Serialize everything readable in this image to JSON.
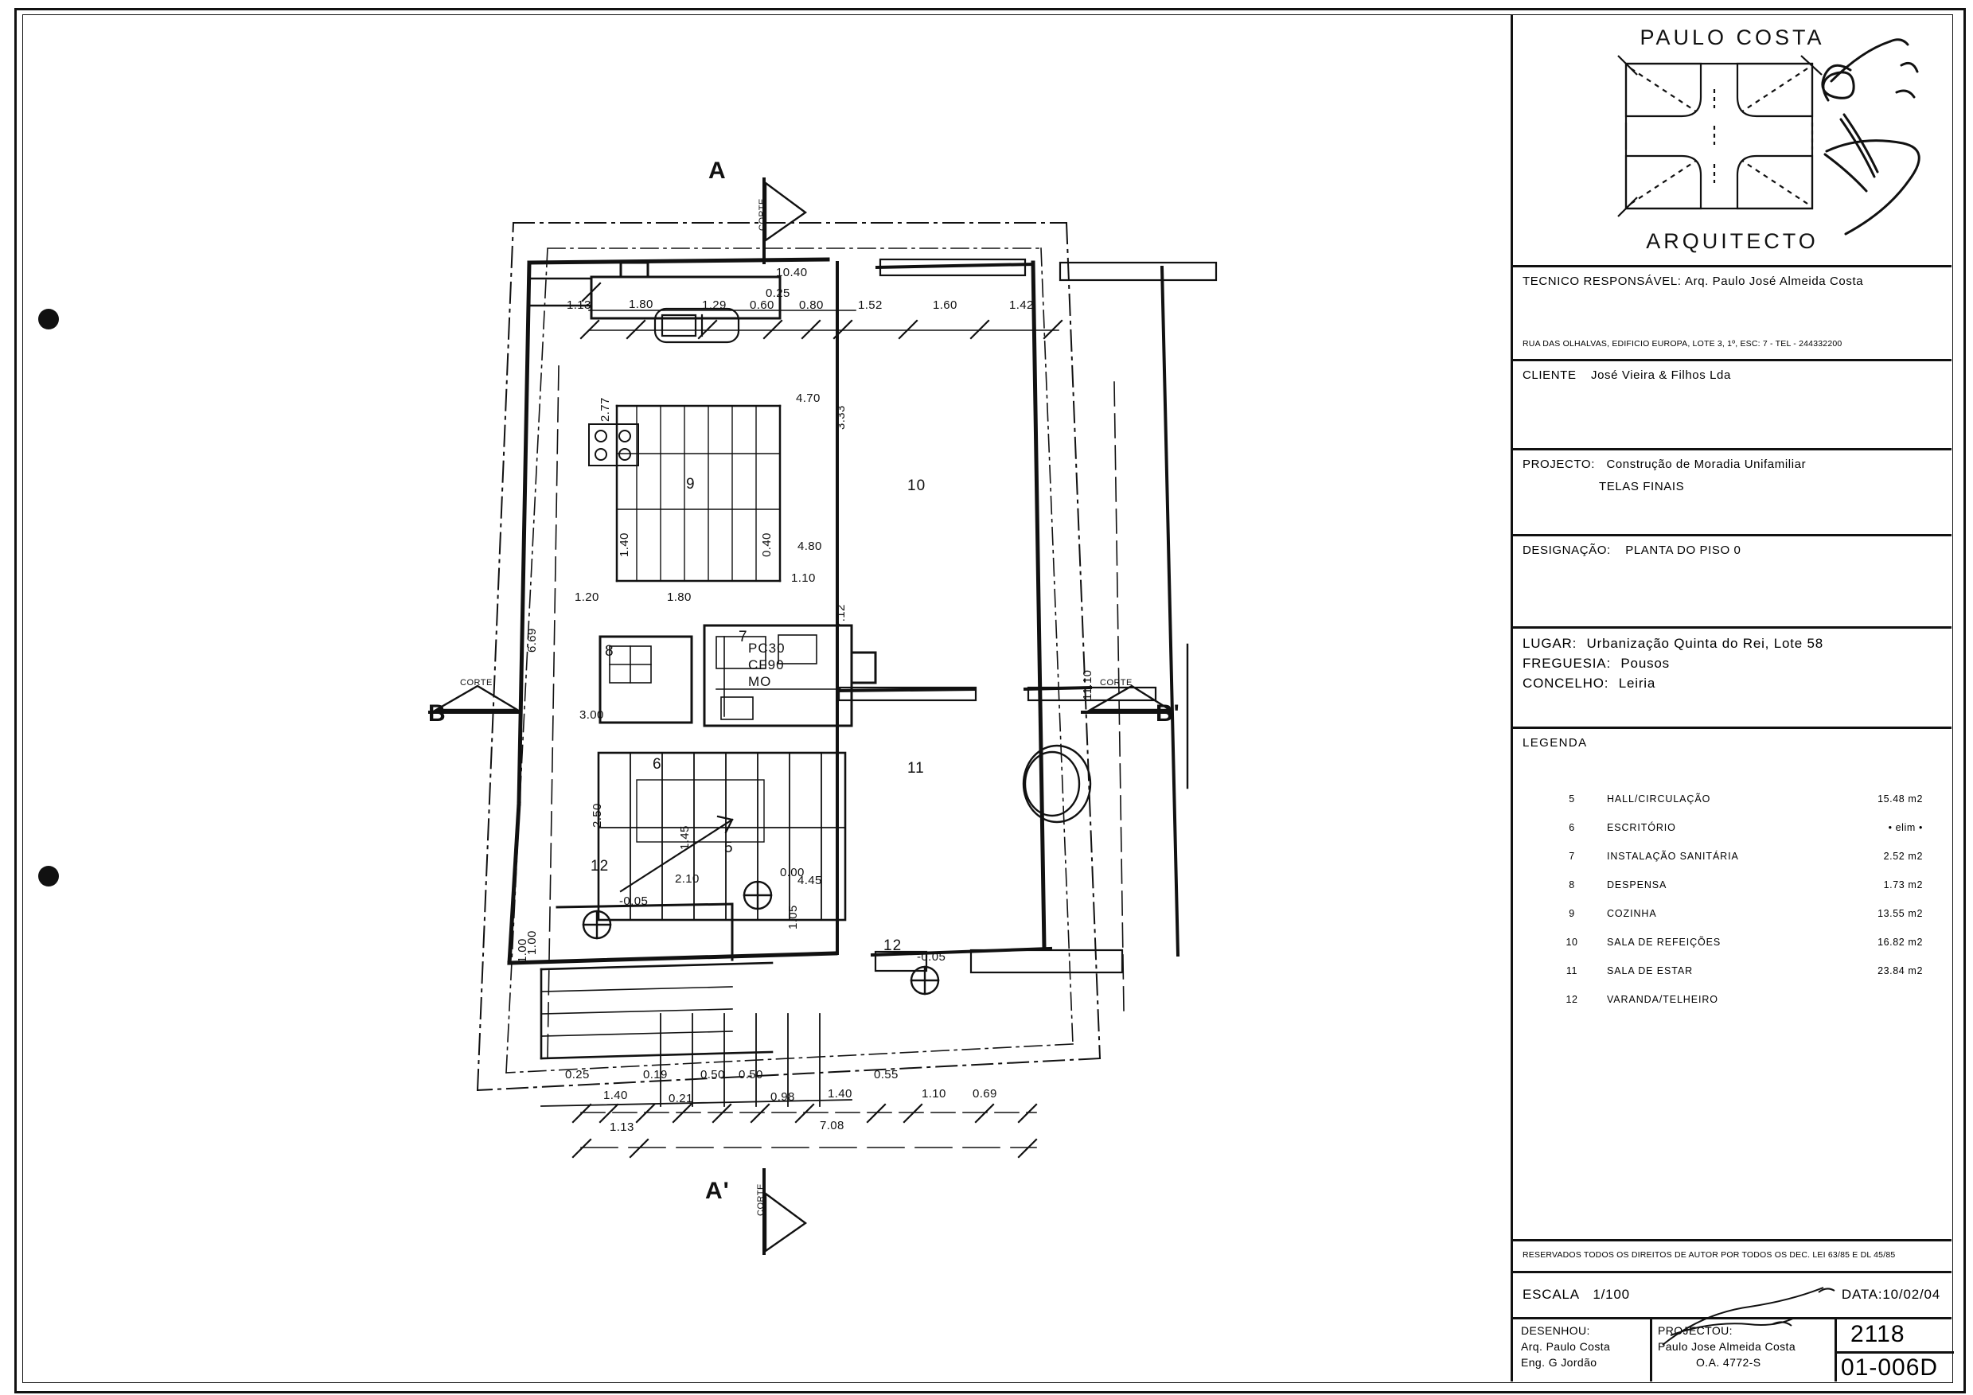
{
  "sheet": {
    "logo": {
      "name_top": "PAULO COSTA",
      "name_bottom": "ARQUITECTO"
    },
    "tecnico": {
      "label": "TECNICO RESPONSÁVEL:",
      "value": "Arq. Paulo José Almeida Costa",
      "address": "RUA DAS OLHALVAS, EDIFICIO EUROPA, LOTE 3, 1º, ESC: 7 - TEL - 244332200"
    },
    "cliente": {
      "label": "CLIENTE",
      "value": "José Vieira & Filhos  Lda"
    },
    "projecto": {
      "label": "PROJECTO:",
      "value": "Construção de Moradia  Unifamiliar",
      "line2": "TELAS FINAIS"
    },
    "designacao": {
      "label": "DESIGNAÇÃO:",
      "value": "PLANTA DO PISO  0"
    },
    "local": {
      "lugar_label": "LUGAR:",
      "lugar_value": "Urbanização Quinta do Rei, Lote 58",
      "freguesia_label": "FREGUESIA:",
      "freguesia_value": "Pousos",
      "concelho_label": "CONCELHO:",
      "concelho_value": "Leiria"
    },
    "legend": {
      "title": "LEGENDA",
      "rows": [
        {
          "no": "5",
          "name": "HALL/CIRCULAÇÃO",
          "area": "15.48 m2"
        },
        {
          "no": "6",
          "name": "ESCRITÓRIO",
          "area": "•  elim  •"
        },
        {
          "no": "7",
          "name": "INSTALAÇÃO SANITÁRIA",
          "area": "2.52 m2"
        },
        {
          "no": "8",
          "name": "DESPENSA",
          "area": "1.73 m2"
        },
        {
          "no": "9",
          "name": "COZINHA",
          "area": "13.55 m2"
        },
        {
          "no": "10",
          "name": "SALA DE REFEIÇÕES",
          "area": "16.82 m2"
        },
        {
          "no": "11",
          "name": "SALA DE ESTAR",
          "area": "23.84 m2"
        },
        {
          "no": "12",
          "name": "VARANDA/TELHEIRO",
          "area": ""
        }
      ]
    },
    "copyright": "RESERVADOS TODOS OS DIREITOS DE AUTOR POR TODOS OS DEC. LEI 63/85 E DL 45/85",
    "escala": {
      "label": "ESCALA",
      "value": "1/100"
    },
    "data": {
      "label": "DATA:",
      "value": "10/02/04"
    },
    "desenhou": {
      "label": "DESENHOU:",
      "line1": "Arq. Paulo  Costa",
      "line2": "Eng.  G  Jordão"
    },
    "projectou": {
      "label": "PROJECTOU:",
      "line1": "Paulo Jose Almeida Costa",
      "line2": "O.A. 4772-S"
    },
    "numbers": {
      "job": "2118",
      "drawing": "01-006D"
    }
  },
  "plan": {
    "section_markers": [
      {
        "label": "A",
        "corte": "CORTE",
        "pos": "top"
      },
      {
        "label": "A'",
        "corte": "CORTE",
        "pos": "bottom"
      },
      {
        "label": "B",
        "corte": "CORTE",
        "pos": "left"
      },
      {
        "label": "B'",
        "corte": "CORTE",
        "pos": "right"
      }
    ],
    "room_numbers": [
      "5",
      "6",
      "7",
      "8",
      "9",
      "10",
      "11",
      "12"
    ],
    "door_note": {
      "l1": "PC30",
      "l2": "CF90",
      "l3": "MO"
    },
    "levels": [
      {
        "value": "-0.05",
        "where": "varanda"
      },
      {
        "value": "0.00",
        "where": "hall"
      },
      {
        "value": "-0.05",
        "where": "entry"
      }
    ],
    "dims_top_overall": "10.40",
    "dims_top_sub": "0.25",
    "dims_top": [
      "1.13",
      "1.80",
      "1.29",
      "0.60",
      "0.80",
      "1.52",
      "1.60",
      "1.42"
    ],
    "dims_bottom_upper": [
      "0.25",
      "0.19",
      "0.50",
      "0.50",
      "0.55"
    ],
    "dims_bottom_mid": [
      "1.40",
      "0.21",
      "0.98",
      "1.40",
      "1.10",
      "0.69"
    ],
    "dims_bottom_overall": [
      "1.13",
      "7.08"
    ],
    "dims_left": [
      "6.69",
      "1.00"
    ],
    "dims_right": [
      "11.10"
    ],
    "dims_interior": [
      "2.77",
      "4.70",
      "3.33",
      "4.80",
      "1.10",
      "7.12",
      "0.40",
      "1.40",
      "1.20",
      "1.80",
      "3.00",
      "2.50",
      "1.45",
      "2.10",
      "4.45",
      "1.05",
      "1.00"
    ]
  }
}
